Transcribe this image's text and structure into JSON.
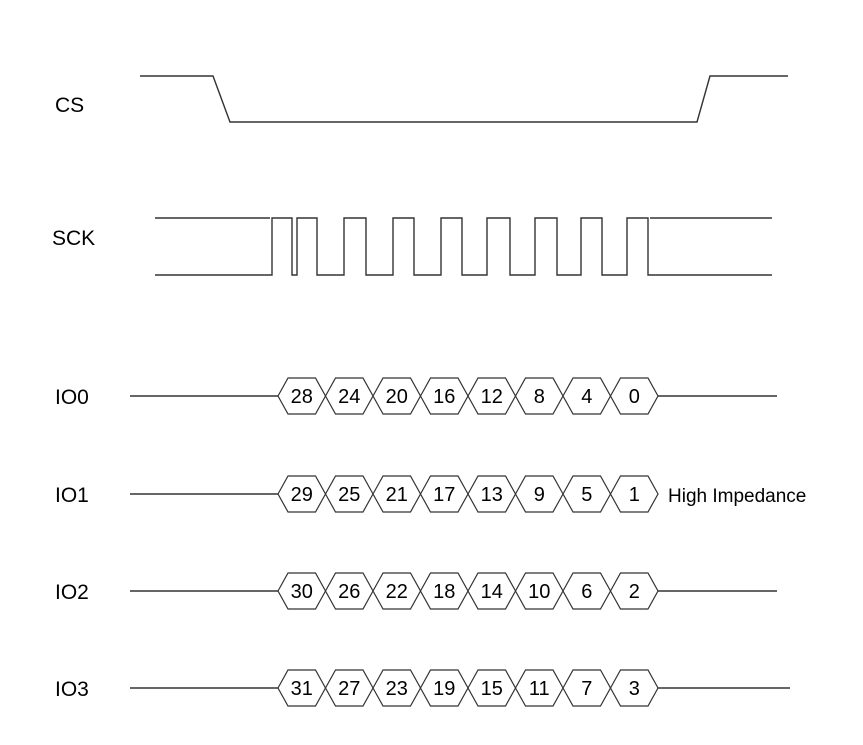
{
  "diagram": {
    "signals": {
      "cs": "CS",
      "sck": "SCK"
    },
    "io_lanes": [
      {
        "name": "IO0",
        "bits": [
          "28",
          "24",
          "20",
          "16",
          "12",
          "8",
          "4",
          "0"
        ]
      },
      {
        "name": "IO1",
        "bits": [
          "29",
          "25",
          "21",
          "17",
          "13",
          "9",
          "5",
          "1"
        ]
      },
      {
        "name": "IO2",
        "bits": [
          "30",
          "26",
          "22",
          "18",
          "14",
          "10",
          "6",
          "2"
        ]
      },
      {
        "name": "IO3",
        "bits": [
          "31",
          "27",
          "23",
          "19",
          "15",
          "11",
          "7",
          "3"
        ]
      }
    ],
    "high_impedance_label": "High Impedance"
  }
}
